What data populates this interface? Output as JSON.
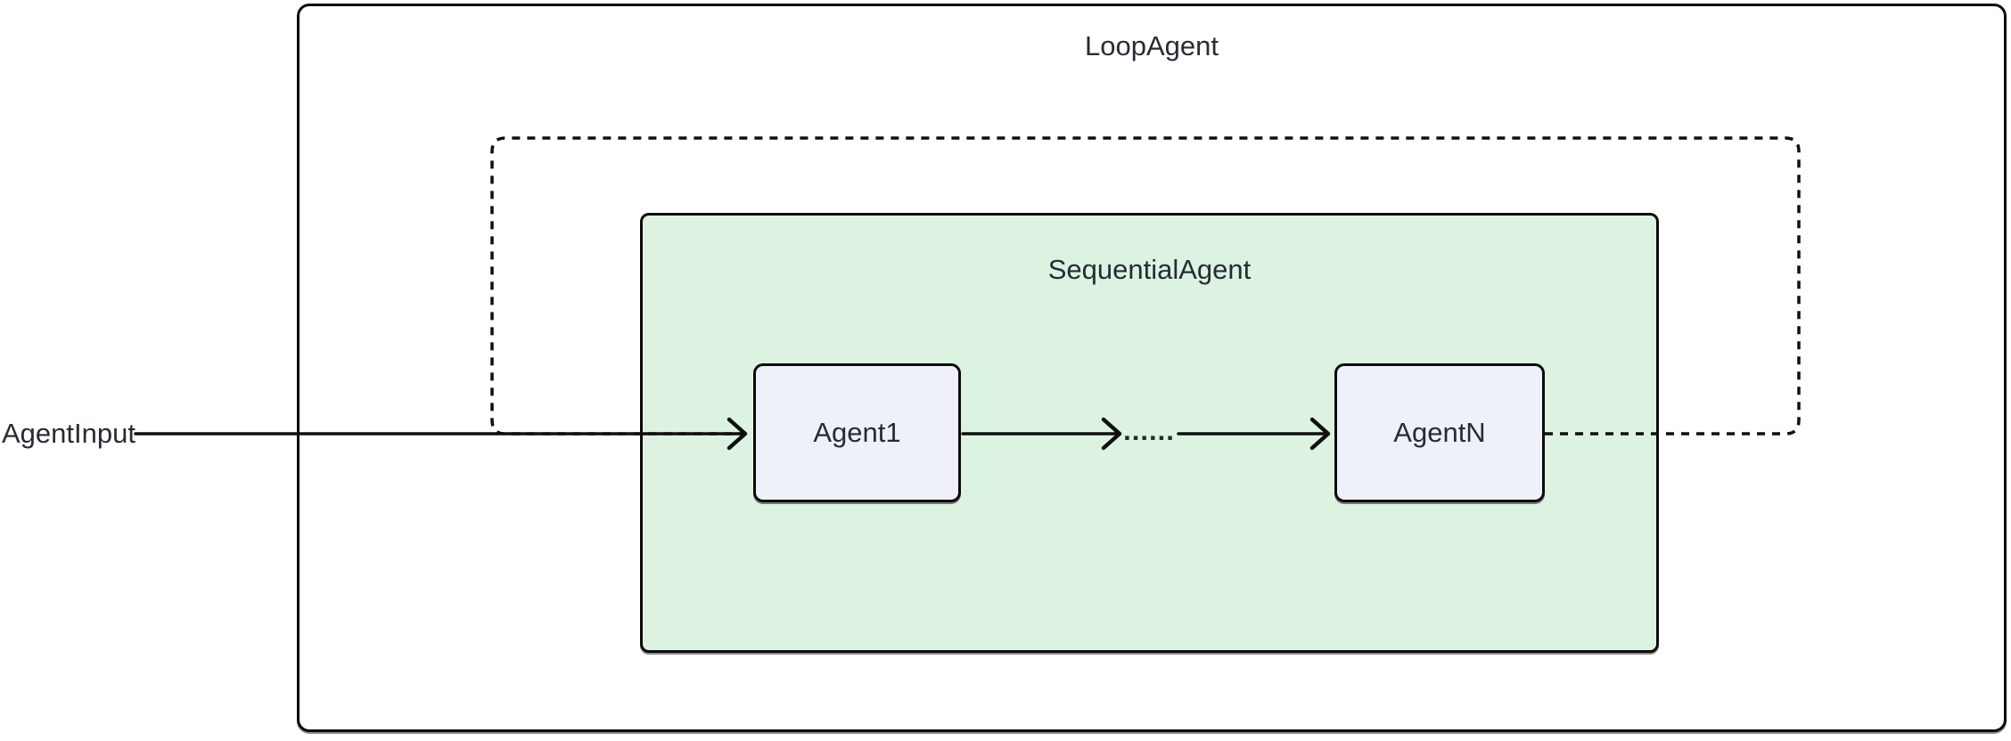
{
  "diagram": {
    "type": "flowchart",
    "background": "#ffffff",
    "loop_agent": {
      "label": "LoopAgent",
      "fill": "#ffffff",
      "border": "#0b0b0b"
    },
    "sequential_agent": {
      "label": "SequentialAgent",
      "fill": "#ddf3e2",
      "border": "#0b0b0b"
    },
    "nodes": [
      {
        "id": "agent1",
        "label": "Agent1",
        "fill": "#eef1fa",
        "border": "#0b0b0b"
      },
      {
        "id": "agentn",
        "label": "AgentN",
        "fill": "#eef1fa",
        "border": "#0b0b0b"
      }
    ],
    "input": {
      "label": "AgentInput"
    },
    "ellipsis": {
      "label": "......"
    },
    "edges": [
      {
        "from": "AgentInput",
        "to": "Agent1",
        "style": "solid-arrow"
      },
      {
        "from": "Agent1",
        "to": "......",
        "style": "solid-arrow"
      },
      {
        "from": "......",
        "to": "AgentN",
        "style": "solid-arrow"
      },
      {
        "from": "AgentN",
        "to": "Agent1",
        "style": "dotted-loop-back"
      }
    ],
    "colors": {
      "line": "#0e0f0f",
      "text": "#272c34",
      "sequential_fill": "#ddf3e2",
      "node_fill": "#eef1fa"
    }
  }
}
